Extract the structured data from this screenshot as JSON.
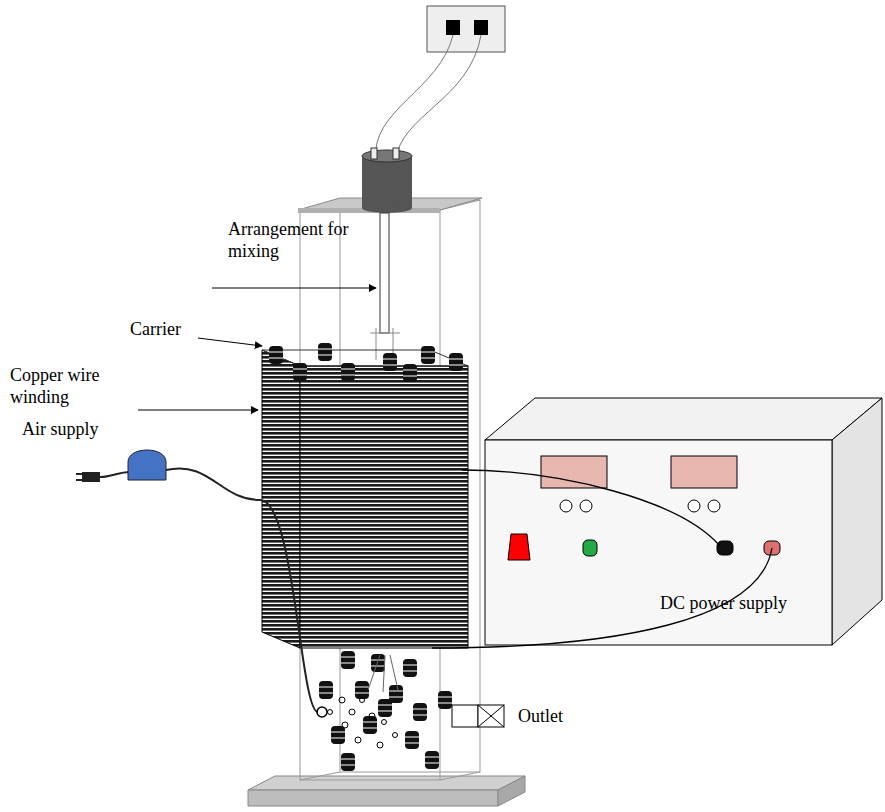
{
  "diagram": {
    "labels": [
      "Arrangement for mixing",
      "Carrier",
      "Copper wire winding",
      "DC power supply",
      "Air supply",
      "Outlet"
    ]
  }
}
